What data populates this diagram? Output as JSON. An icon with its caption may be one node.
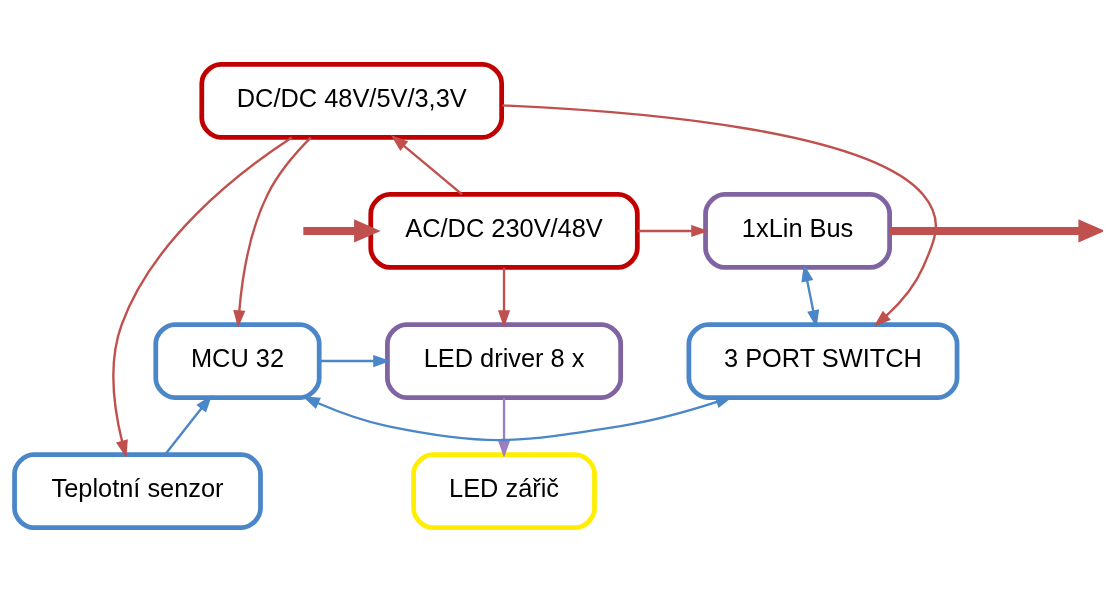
{
  "diagram": {
    "nodes": [
      {
        "text": [
          "LED zářič"
        ]
      },
      {
        "text": [
          "Teplotní senzor"
        ]
      },
      {
        "text": [
          "LED driver 8 x"
        ]
      },
      {
        "text": [
          "MCU 32"
        ]
      },
      {
        "text": [
          "3 PORT SWITCH"
        ]
      },
      {
        "text": [
          "DC/DC 48V/5V/3,3V"
        ]
      },
      {
        "text": [
          "AC/DC 230V/48V"
        ]
      },
      {
        "text": [
          "1xLin Bus"
        ]
      }
    ],
    "edges": [
      {
        "from": null,
        "to": 6,
        "arrow": "to",
        "style": "thick"
      },
      {
        "from": 7,
        "to": null,
        "arrow": "to",
        "style": "thick"
      },
      {
        "from": 2,
        "to": 0,
        "arrow": "to",
        "color": "#9b7fc0"
      },
      {
        "from": 6,
        "to": 2,
        "arrow": "to"
      },
      {
        "from": 5,
        "to": 1,
        "arrow": "to"
      },
      {
        "from": 1,
        "to": 3,
        "arrow": "to",
        "color": "#4a86c8"
      },
      {
        "from": 3,
        "to": 2,
        "arrow": "to",
        "color": "#4a86c8"
      },
      {
        "from": 3,
        "to": 4,
        "arrow": "both",
        "color": "#4a86c8"
      },
      {
        "from": 5,
        "to": 3,
        "arrow": "to"
      },
      {
        "from": 5,
        "to": 4,
        "arrow": "to"
      },
      {
        "from": 6,
        "to": 5,
        "arrow": "to"
      },
      {
        "from": 6,
        "to": 7,
        "arrow": "to"
      },
      {
        "from": 4,
        "to": 7,
        "arrow": "both",
        "color": "#4a86c8"
      }
    ]
  }
}
